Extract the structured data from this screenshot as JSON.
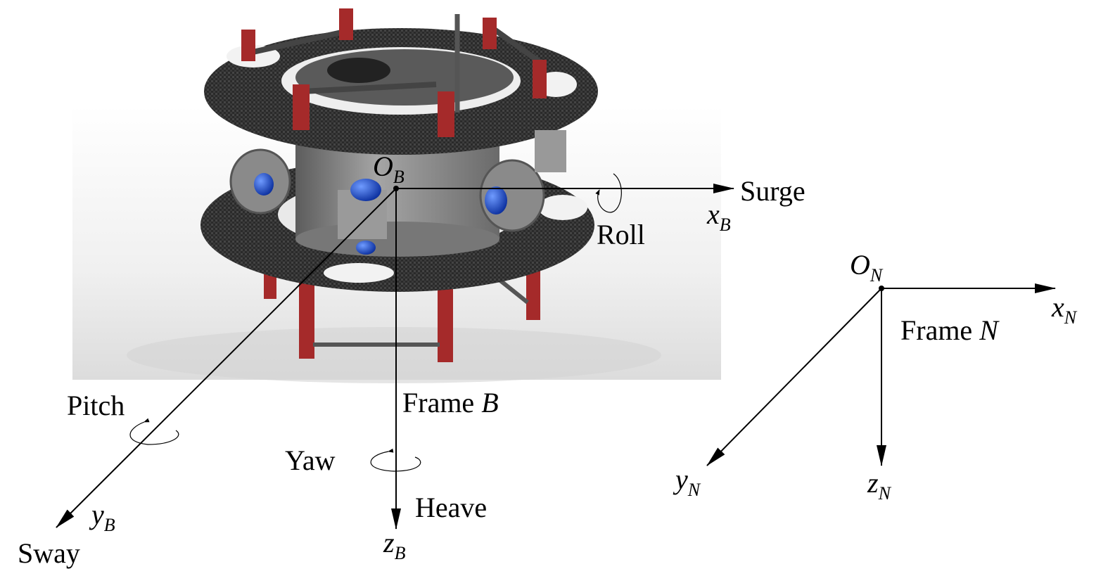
{
  "frame_b": {
    "origin": "O",
    "origin_sub": "B",
    "x_axis": "x",
    "x_sub": "B",
    "y_axis": "y",
    "y_sub": "B",
    "z_axis": "z",
    "z_sub": "B",
    "surge": "Surge",
    "sway": "Sway",
    "heave": "Heave",
    "roll": "Roll",
    "pitch": "Pitch",
    "yaw": "Yaw",
    "title_text": "Frame ",
    "title_var": "B"
  },
  "frame_n": {
    "origin": "O",
    "origin_sub": "N",
    "x_axis": "x",
    "x_sub": "N",
    "y_axis": "y",
    "y_sub": "N",
    "z_axis": "z",
    "z_sub": "N",
    "title_text": "Frame ",
    "title_var": "N"
  },
  "colors": {
    "carbon": "#2b2b2b",
    "post": "#a52a2a",
    "body": "#8e8e8e",
    "propeller": "#1f4fd1",
    "backdrop": "#e6e6e6"
  }
}
